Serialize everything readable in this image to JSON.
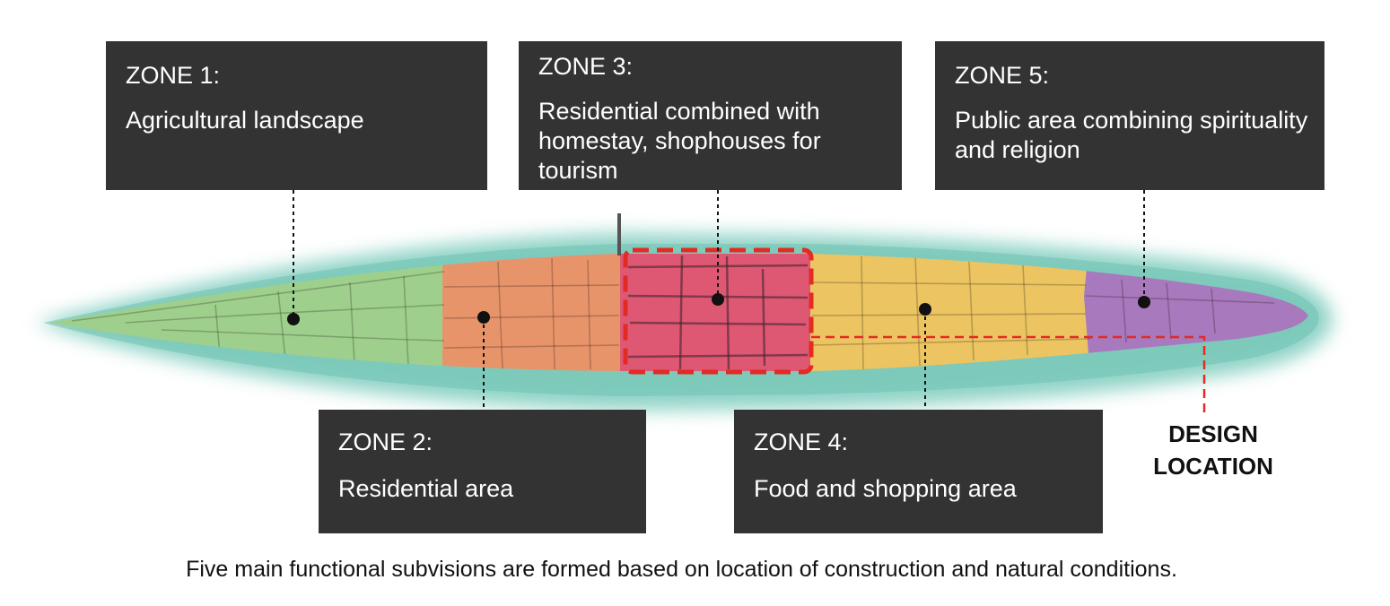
{
  "zones": [
    {
      "title": "ZONE 1:",
      "description": "Agricultural landscape",
      "color": "#9fcf8c"
    },
    {
      "title": "ZONE 2:",
      "description": "Residential area",
      "color": "#e8946a"
    },
    {
      "title": "ZONE 3:",
      "description": "Residential combined with homestay, shophouses for tourism",
      "color": "#de5874"
    },
    {
      "title": "ZONE 4:",
      "description": "Food and shopping area",
      "color": "#ecc462"
    },
    {
      "title": "ZONE 5:",
      "description": "Public area combining spirituality and religion",
      "color": "#a979bd"
    }
  ],
  "design_location": {
    "line1": "DESIGN",
    "line2": "LOCATION"
  },
  "caption": "Five main functional subvisions are formed based on location of construction and natural conditions.",
  "colors": {
    "box_background": "#333333",
    "water": "#8fd3c6",
    "highlight": "#e32a24",
    "leader_line": "#111111"
  }
}
